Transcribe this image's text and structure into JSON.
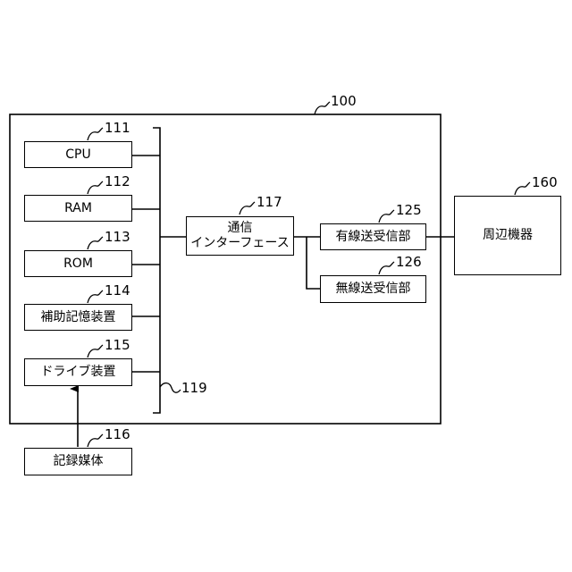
{
  "diagram": {
    "system": {
      "ref": "100"
    },
    "cpu": {
      "label": "CPU",
      "ref": "111"
    },
    "ram": {
      "label": "RAM",
      "ref": "112"
    },
    "rom": {
      "label": "ROM",
      "ref": "113"
    },
    "aux_storage": {
      "label": "補助記憶装置",
      "ref": "114"
    },
    "drive": {
      "label": "ドライブ装置",
      "ref": "115"
    },
    "recording_medium": {
      "label": "記録媒体",
      "ref": "116"
    },
    "comm_interface": {
      "label_line1": "通信",
      "label_line2": "インターフェース",
      "ref": "117"
    },
    "bus": {
      "ref": "119"
    },
    "wired_transceiver": {
      "label": "有線送受信部",
      "ref": "125"
    },
    "wireless_transceiver": {
      "label": "無線送受信部",
      "ref": "126"
    },
    "peripheral": {
      "label": "周辺機器",
      "ref": "160"
    }
  }
}
